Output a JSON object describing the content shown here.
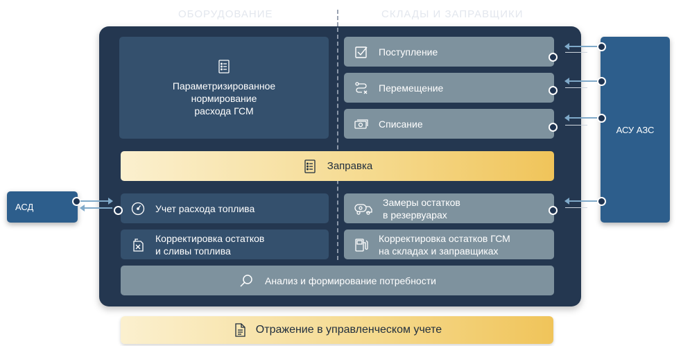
{
  "headers": {
    "left": "ОБОРУДОВАНИЕ",
    "right": "СКЛАДЫ И ЗАПРАВЩИКИ"
  },
  "boxes": {
    "param": "Параметризированное\nнормирование\nрасхода ГСМ",
    "receipt": "Поступление",
    "transfer": "Перемещение",
    "writeoff": "Списание",
    "refuel": "Заправка",
    "fuel_usage": "Учет расхода топлива",
    "correction_left": "Корректировка остатков\nи сливы топлива",
    "tank_measure": "Замеры остатков\nв резервуарах",
    "correction_right": "Корректировка остатков ГСМ\nна складах и заправщиках",
    "analysis": "Анализ и формирование потребности"
  },
  "side": {
    "asd": "АСД",
    "asu": "АСУ АЗС"
  },
  "bottom": {
    "label": "Отражение в управленческом учете"
  },
  "icons": {
    "param": "list-document-icon",
    "receipt": "checkbox-icon",
    "transfer": "route-icon",
    "writeoff": "cash-icon",
    "refuel": "list-document-icon",
    "fuel_usage": "gauge-icon",
    "correction_left": "fuel-can-icon",
    "tank_measure": "tanker-truck-icon",
    "correction_right": "fuel-pump-icon",
    "analysis": "magnifier-icon",
    "bottom": "document-icon"
  },
  "colors": {
    "panel": "#243750",
    "dark_box": "#34506d",
    "grey_box": "#7e929e",
    "gold_start": "#fbf0cf",
    "gold_end": "#f0c45a",
    "side_block": "#2d5e8c"
  }
}
